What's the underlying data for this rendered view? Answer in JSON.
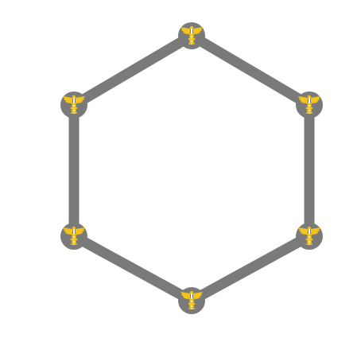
{
  "diagram": {
    "type": "ring-network",
    "node_count": 6,
    "node_icon": "caduceus-icon",
    "colors": {
      "edge": "#7a7a7a",
      "node_fill": "#7a7a7a",
      "icon_gold": "#f4c419",
      "icon_light": "#ffffff"
    },
    "edges": [
      [
        0,
        1
      ],
      [
        1,
        2
      ],
      [
        2,
        3
      ],
      [
        3,
        4
      ],
      [
        4,
        5
      ],
      [
        5,
        0
      ]
    ]
  }
}
